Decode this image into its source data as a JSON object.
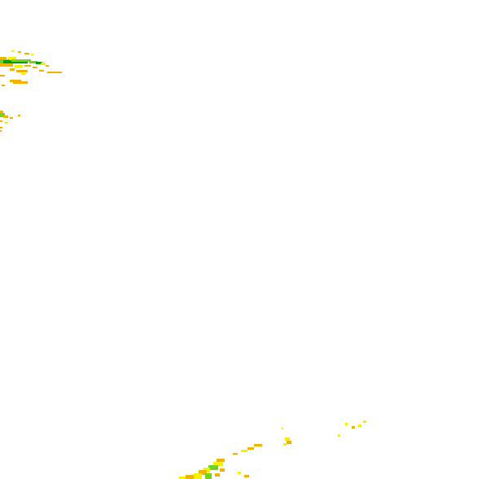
{
  "map": {
    "background_color": "#ffffff",
    "legend_colors": {
      "light": "#f5f000",
      "moderate": "#f0b400",
      "heavy": "#73d21e",
      "very_heavy": "#00a000"
    },
    "regions": [
      {
        "id": "northwest-band",
        "intensity_levels": [
          "light",
          "moderate",
          "heavy",
          "very_heavy"
        ]
      },
      {
        "id": "west-cell",
        "intensity_levels": [
          "moderate",
          "heavy"
        ]
      },
      {
        "id": "southeast-band",
        "intensity_levels": [
          "light",
          "moderate",
          "heavy"
        ]
      }
    ]
  }
}
